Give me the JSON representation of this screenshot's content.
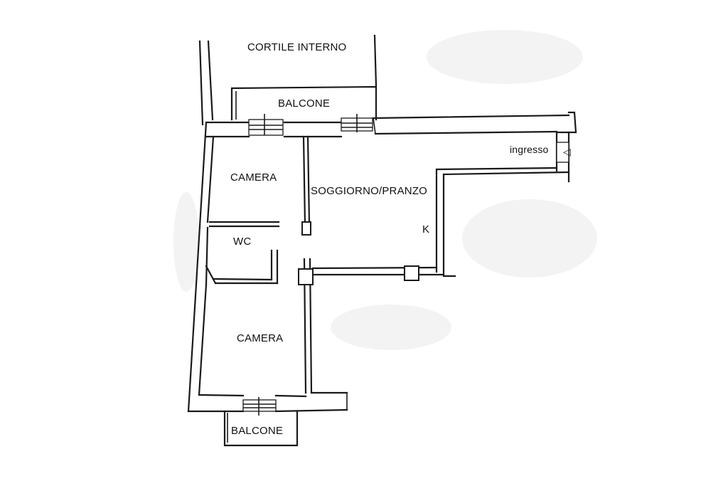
{
  "plan": {
    "rooms": {
      "courtyard": "CORTILE INTERNO",
      "balcony_top": "BALCONE",
      "bedroom_top": "CAMERA",
      "living": "SOGGIORNO/PRANZO",
      "entrance": "ingresso",
      "entrance_arrow": "◁",
      "toilet": "WC",
      "kitchen": "K",
      "bedroom_bottom": "CAMERA",
      "balcony_bottom": "BALCONE"
    }
  }
}
